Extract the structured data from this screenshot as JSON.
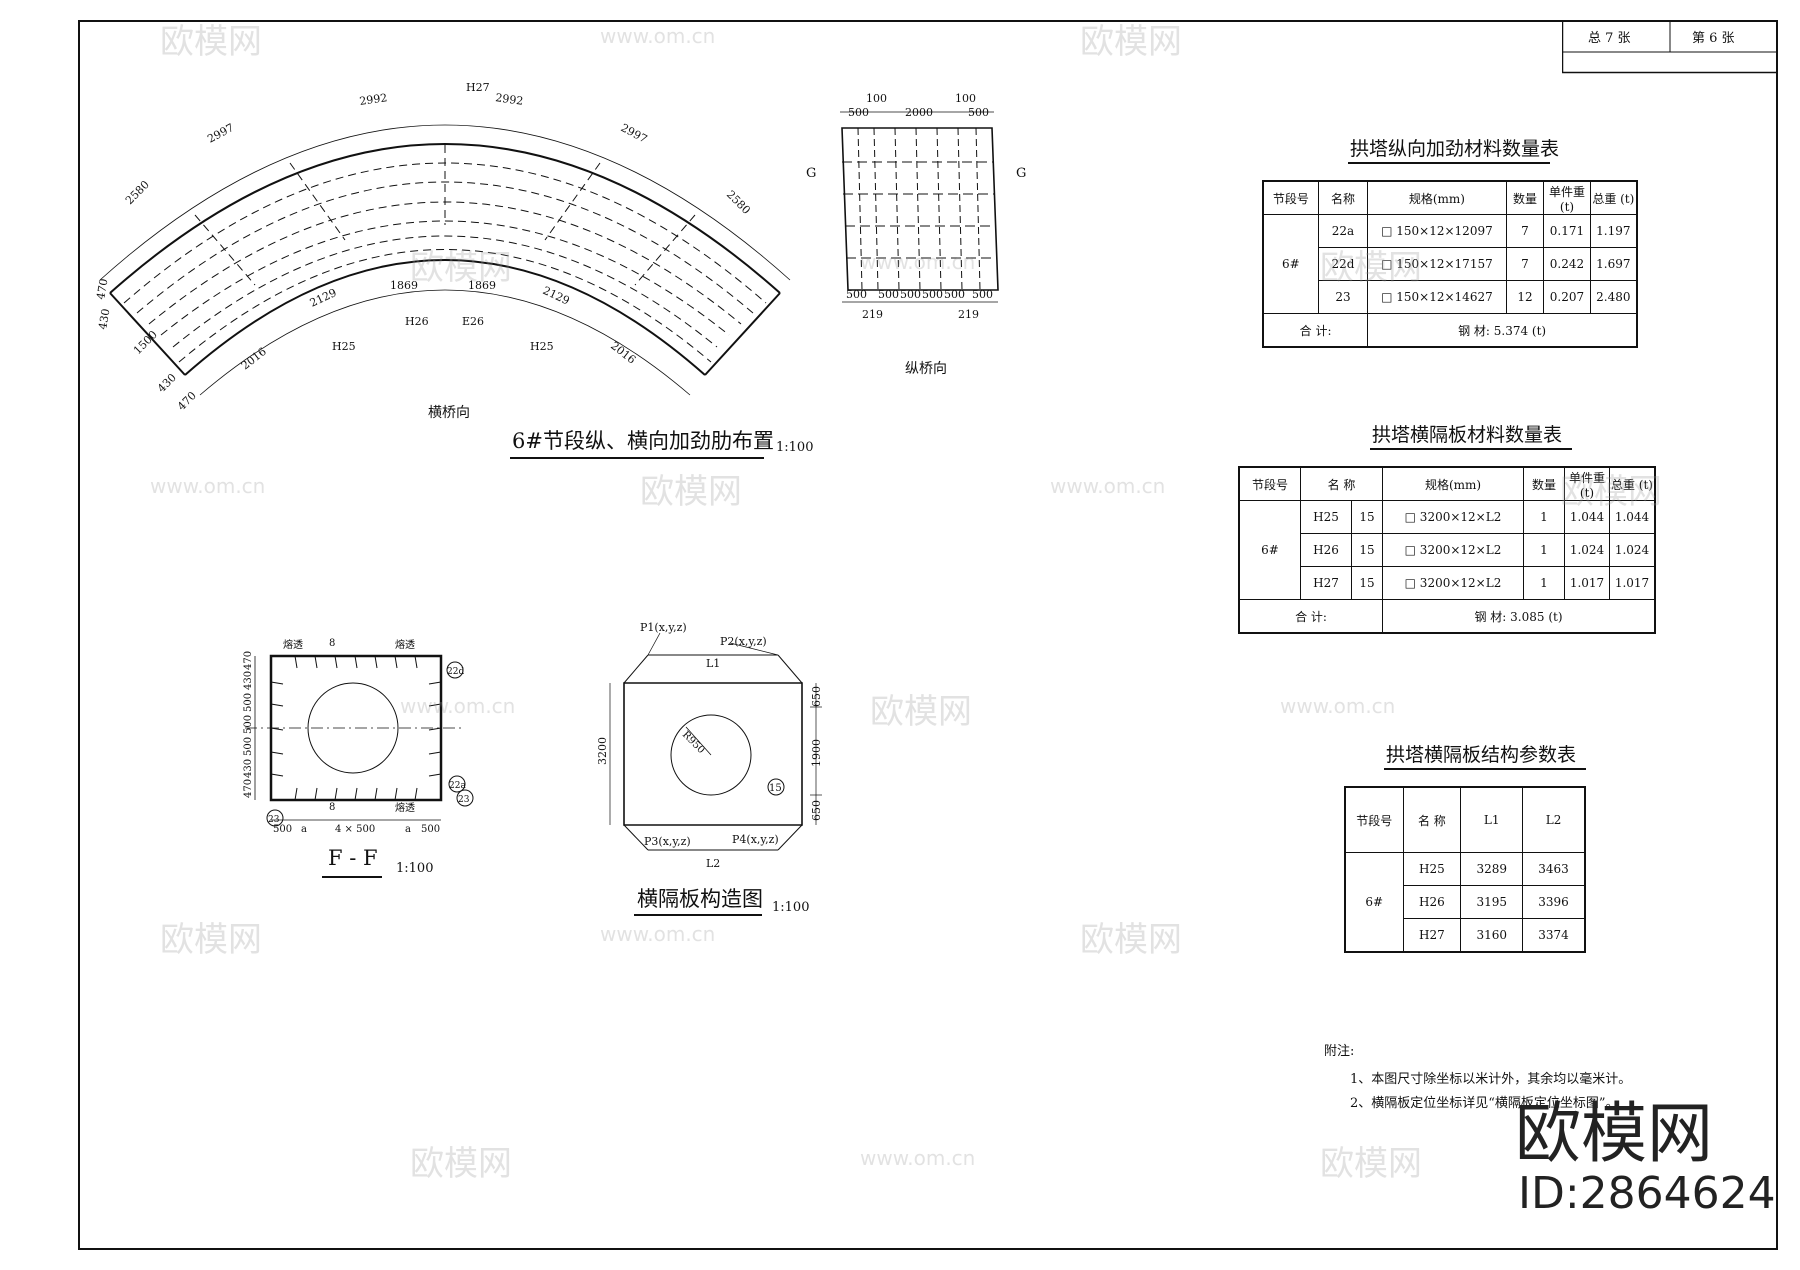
{
  "sheet": {
    "total": "总  7  张",
    "current": "第  6  张"
  },
  "arch_view": {
    "title": "6#节段纵、横向加劲肋布置",
    "scale": "1:100",
    "caption": "横桥向",
    "outer_dims": [
      "2580",
      "2997",
      "2992",
      "2992",
      "2997",
      "2580"
    ],
    "inner_dims": [
      "2016",
      "2129",
      "1869",
      "1869",
      "2129",
      "2016"
    ],
    "rib_labels": [
      "H27",
      "H26",
      "E26",
      "H25",
      "H25"
    ],
    "side_dims": [
      "470",
      "430",
      "1500",
      "430",
      "470"
    ]
  },
  "side_view": {
    "caption": "纵桥向",
    "cut_label": "G",
    "top_dims": [
      "100",
      "100",
      "500",
      "2000",
      "500"
    ],
    "bottom_dims": [
      "500",
      "500",
      "500",
      "500",
      "500",
      "500"
    ],
    "bottom_offsets": [
      "219",
      "219"
    ]
  },
  "section_ff": {
    "title": "F - F",
    "scale": "1:100",
    "weld_label": "熔透",
    "weld_size": "8",
    "left_dims": [
      "470",
      "430",
      "500",
      "500",
      "500",
      "430",
      "470"
    ],
    "bottom_dims": [
      "500",
      "a",
      "4 × 500",
      "a",
      "500"
    ],
    "callouts": [
      "22d",
      "22a",
      "23",
      "23"
    ]
  },
  "diaphragm": {
    "title": "横隔板构造图",
    "scale": "1:100",
    "points": [
      "P1(x,y,z)",
      "P2(x,y,z)",
      "P3(x,y,z)",
      "P4(x,y,z)"
    ],
    "L1": "L1",
    "L2": "L2",
    "height": "3200",
    "right_dims": [
      "650",
      "1900",
      "650"
    ],
    "hole": "R950",
    "part": "15"
  },
  "table1": {
    "title": "拱塔纵向加劲材料数量表",
    "headers": [
      "节段号",
      "名称",
      "规格(mm)",
      "数量",
      "单件重 (t)",
      "总重 (t)"
    ],
    "segment": "6#",
    "rows": [
      {
        "name": "22a",
        "spec": "□ 150×12×12097",
        "qty": "7",
        "unit": "0.171",
        "total": "1.197"
      },
      {
        "name": "22d",
        "spec": "□ 150×12×17157",
        "qty": "7",
        "unit": "0.242",
        "total": "1.697"
      },
      {
        "name": "23",
        "spec": "□ 150×12×14627",
        "qty": "12",
        "unit": "0.207",
        "total": "2.480"
      }
    ],
    "sum_label": "合  计:",
    "sum_value": "钢  材:  5.374 (t)"
  },
  "table2": {
    "title": "拱塔横隔板材料数量表",
    "headers": [
      "节段号",
      "名  称",
      "规格(mm)",
      "数量",
      "单件重 (t)",
      "总重 (t)"
    ],
    "segment": "6#",
    "rows": [
      {
        "name": "H25",
        "part": "15",
        "spec": "□  3200×12×L2",
        "qty": "1",
        "unit": "1.044",
        "total": "1.044"
      },
      {
        "name": "H26",
        "part": "15",
        "spec": "□  3200×12×L2",
        "qty": "1",
        "unit": "1.024",
        "total": "1.024"
      },
      {
        "name": "H27",
        "part": "15",
        "spec": "□  3200×12×L2",
        "qty": "1",
        "unit": "1.017",
        "total": "1.017"
      }
    ],
    "sum_label": "合  计:",
    "sum_value": "钢  材:  3.085 (t)"
  },
  "table3": {
    "title": "拱塔横隔板结构参数表",
    "headers": [
      "节段号",
      "名  称",
      "L1",
      "L2"
    ],
    "segment": "6#",
    "rows": [
      {
        "name": "H25",
        "l1": "3289",
        "l2": "3463"
      },
      {
        "name": "H26",
        "l1": "3195",
        "l2": "3396"
      },
      {
        "name": "H27",
        "l1": "3160",
        "l2": "3374"
      }
    ]
  },
  "notes": {
    "heading": "附注:",
    "items": [
      "1、本图尺寸除坐标以米计外，其余均以毫米计。",
      "2、横隔板定位坐标详见“横隔板定位坐标图”。"
    ]
  },
  "watermark": {
    "brand": "欧模网",
    "url": "www.om.cn",
    "id": "ID:2864624"
  }
}
